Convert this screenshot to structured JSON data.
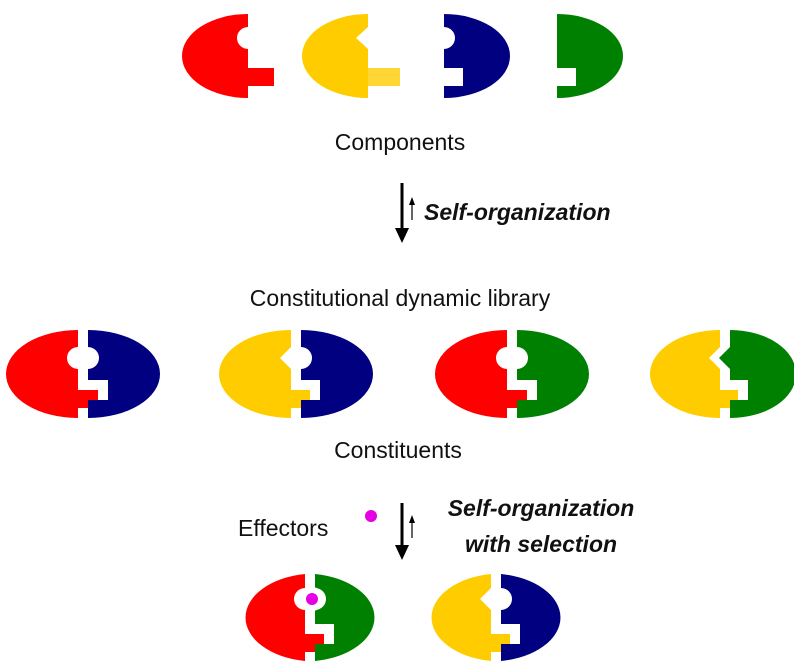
{
  "labels": {
    "components": "Components",
    "self_organization": "Self-organization",
    "library": "Constitutional dynamic library",
    "constituents": "Constituents",
    "effectors": "Effectors",
    "selection_line1": "Self-organization",
    "selection_line2": "with selection"
  },
  "colors": {
    "red": "#ff0000",
    "yellow": "#ffcc00",
    "yellow_light": "#ffd633",
    "navy": "#000080",
    "green": "#008000",
    "effector": "#e600e6",
    "arrow": "#000000"
  },
  "components": [
    {
      "name": "red-component",
      "color": "red",
      "side": "left",
      "notch": "round"
    },
    {
      "name": "yellow-component",
      "color": "yellow",
      "side": "left",
      "notch": "diamond"
    },
    {
      "name": "navy-component",
      "color": "navy",
      "side": "right",
      "notch": "round"
    },
    {
      "name": "green-component",
      "color": "green",
      "side": "right",
      "notch": "none"
    }
  ],
  "library": [
    {
      "name": "red-navy-constituent",
      "left": "red",
      "right": "navy",
      "notch": "round"
    },
    {
      "name": "yellow-navy-constituent",
      "left": "yellow",
      "right": "navy",
      "notch": "diamond"
    },
    {
      "name": "red-green-constituent",
      "left": "red",
      "right": "green",
      "notch": "round"
    },
    {
      "name": "yellow-green-constituent",
      "left": "yellow",
      "right": "green",
      "notch": "diamond"
    }
  ],
  "selected": [
    {
      "name": "selected-red-green-with-effector",
      "left": "red",
      "right": "green",
      "notch": "round",
      "effector": true
    },
    {
      "name": "selected-yellow-navy",
      "left": "yellow",
      "right": "navy",
      "notch": "diamond",
      "effector": false
    }
  ]
}
